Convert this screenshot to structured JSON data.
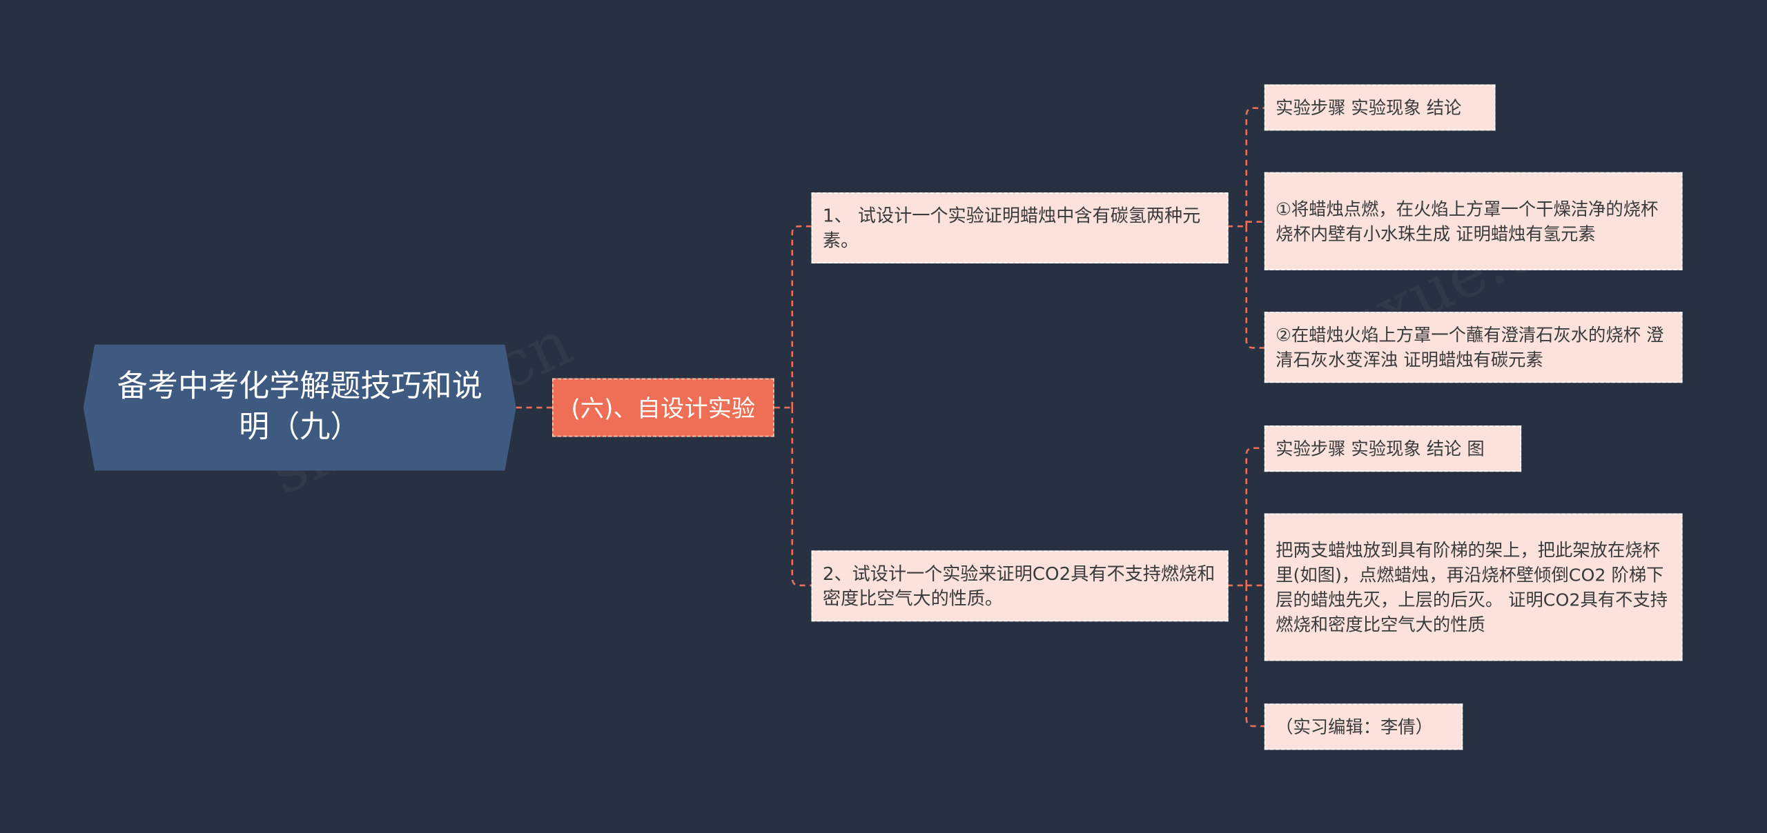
{
  "colors": {
    "background": "#283141",
    "root_fill": "#3e5a80",
    "branch_fill": "#ee6f55",
    "card_fill": "#fce2dc",
    "connector": "#ee6f55"
  },
  "root": {
    "label": "备考中考化学解题技巧和说明（九）"
  },
  "branch": {
    "label": "(六)、自设计实验"
  },
  "subtopics": [
    {
      "label": "1、 试设计一个实验证明蜡烛中含有碳氢两种元素。",
      "children": [
        "实验步骤 实验现象 结论",
        "①将蜡烛点燃，在火焰上方罩一个干燥洁净的烧杯 烧杯内壁有小水珠生成 证明蜡烛有氢元素",
        "②在蜡烛火焰上方罩一个蘸有澄清石灰水的烧杯 澄清石灰水变浑浊 证明蜡烛有碳元素"
      ]
    },
    {
      "label": "2、试设计一个实验来证明CO2具有不支持燃烧和密度比空气大的性质。",
      "children": [
        "实验步骤 实验现象 结论 图",
        "把两支蜡烛放到具有阶梯的架上，把此架放在烧杯里(如图)，点燃蜡烛，再沿烧杯壁倾倒CO2 阶梯下层的蜡烛先灭，上层的后灭。 证明CO2具有不支持燃烧和密度比空气大的性质",
        "（实习编辑：李倩）"
      ]
    }
  ]
}
